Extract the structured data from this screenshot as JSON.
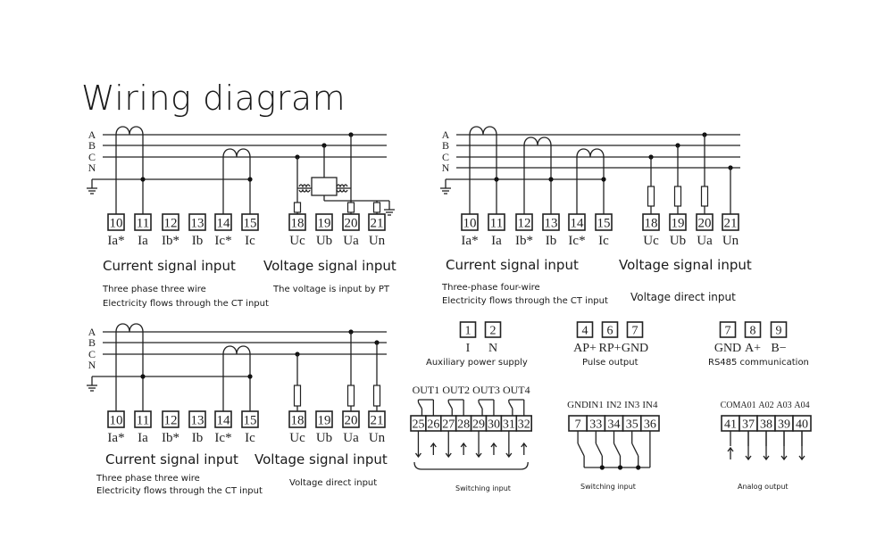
{
  "title": "Wiring diagram",
  "phase_labels": [
    "A",
    "B",
    "C",
    "N"
  ],
  "diagram_3p3w_pt": {
    "terminals": [
      {
        "num": "10",
        "label": "Ia*"
      },
      {
        "num": "11",
        "label": "Ia"
      },
      {
        "num": "12",
        "label": "Ib*"
      },
      {
        "num": "13",
        "label": "Ib"
      },
      {
        "num": "14",
        "label": "Ic*"
      },
      {
        "num": "15",
        "label": "Ic"
      },
      {
        "num": "18",
        "label": "Uc"
      },
      {
        "num": "19",
        "label": "Ub"
      },
      {
        "num": "20",
        "label": "Ua"
      },
      {
        "num": "21",
        "label": "Un"
      }
    ],
    "current_heading": "Current signal input",
    "voltage_heading": "Voltage signal input",
    "note_line1": "Three phase three wire",
    "note_line2": "Electricity flows through the CT input",
    "voltage_note": "The voltage is input by PT"
  },
  "diagram_3p4w": {
    "terminals": [
      {
        "num": "10",
        "label": "Ia*"
      },
      {
        "num": "11",
        "label": "Ia"
      },
      {
        "num": "12",
        "label": "Ib*"
      },
      {
        "num": "13",
        "label": "Ib"
      },
      {
        "num": "14",
        "label": "Ic*"
      },
      {
        "num": "15",
        "label": "Ic"
      },
      {
        "num": "18",
        "label": "Uc"
      },
      {
        "num": "19",
        "label": "Ub"
      },
      {
        "num": "20",
        "label": "Ua"
      },
      {
        "num": "21",
        "label": "Un"
      }
    ],
    "current_heading": "Current signal input",
    "voltage_heading": "Voltage signal input",
    "note_line1": "Three-phase four-wire",
    "note_line2": "Electricity flows through the CT input",
    "voltage_note": "Voltage direct input"
  },
  "diagram_3p3w_direct": {
    "terminals": [
      {
        "num": "10",
        "label": "Ia*"
      },
      {
        "num": "11",
        "label": "Ia"
      },
      {
        "num": "12",
        "label": "Ib*"
      },
      {
        "num": "13",
        "label": "Ib"
      },
      {
        "num": "14",
        "label": "Ic*"
      },
      {
        "num": "15",
        "label": "Ic"
      },
      {
        "num": "18",
        "label": "Uc"
      },
      {
        "num": "19",
        "label": "Ub"
      },
      {
        "num": "20",
        "label": "Ua"
      },
      {
        "num": "21",
        "label": "Un"
      }
    ],
    "current_heading": "Current signal input",
    "voltage_heading": "Voltage signal input",
    "note_line1": "Three phase three wire",
    "note_line2": "Electricity flows through the CT input",
    "voltage_note": "Voltage direct input"
  },
  "aux_power": {
    "terminals": [
      {
        "num": "1",
        "label": "I"
      },
      {
        "num": "2",
        "label": "N"
      }
    ],
    "caption": "Auxiliary power supply"
  },
  "pulse_output": {
    "terminals": [
      {
        "num": "4",
        "label": "AP+"
      },
      {
        "num": "6",
        "label": "RP+"
      },
      {
        "num": "7",
        "label": "GND"
      }
    ],
    "caption": "Pulse output"
  },
  "rs485": {
    "terminals": [
      {
        "num": "7",
        "label": "GND"
      },
      {
        "num": "8",
        "label": "A+"
      },
      {
        "num": "9",
        "label": "B−"
      }
    ],
    "caption": "RS485 communication"
  },
  "relay_outputs": {
    "groups": [
      "OUT1",
      "OUT2",
      "OUT3",
      "OUT4"
    ],
    "terminals": [
      "25",
      "26",
      "27",
      "28",
      "29",
      "30",
      "31",
      "32"
    ],
    "caption": "Switching input"
  },
  "switch_inputs": {
    "labels": [
      "GND",
      "IN1",
      "IN2",
      "IN3",
      "IN4"
    ],
    "terminals": [
      "7",
      "33",
      "34",
      "35",
      "36"
    ],
    "caption": "Switching input"
  },
  "analog_outputs": {
    "labels": [
      "COM",
      "A01",
      "A02",
      "A03",
      "A04"
    ],
    "terminals": [
      "41",
      "37",
      "38",
      "39",
      "40"
    ],
    "caption": "Analog output"
  }
}
